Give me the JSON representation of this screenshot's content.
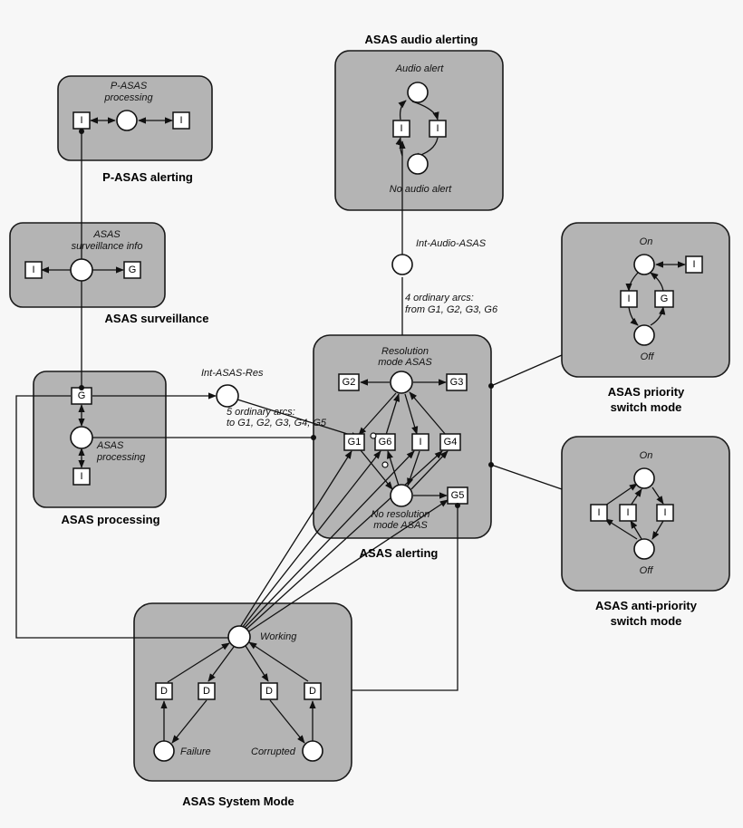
{
  "modules": {
    "p_asas_alerting": {
      "title": "P-ASAS alerting",
      "place_label": "P-ASAS\nprocessing"
    },
    "asas_surveillance": {
      "title": "ASAS surveillance",
      "place_label": "ASAS\nsurveillance info"
    },
    "asas_processing": {
      "title": "ASAS processing",
      "place_label": "ASAS\nprocessing"
    },
    "asas_audio_alerting": {
      "title": "ASAS audio alerting",
      "top_label": "Audio alert",
      "bottom_label": "No audio alert"
    },
    "asas_alerting": {
      "title": "ASAS alerting",
      "top_label": "Resolution\nmode ASAS",
      "bottom_label": "No resolution\nmode ASAS"
    },
    "asas_priority": {
      "title": "ASAS priority\nswitch mode",
      "top_label": "On",
      "bottom_label": "Off"
    },
    "asas_anti_priority": {
      "title": "ASAS anti-priority\nswitch mode",
      "top_label": "On",
      "bottom_label": "Off"
    },
    "asas_system_mode": {
      "title": "ASAS System Mode",
      "working_label": "Working",
      "failure_label": "Failure",
      "corrupted_label": "Corrupted"
    }
  },
  "annotations": {
    "int_audio_asas": "Int-Audio-ASAS",
    "four_arcs": "4 ordinary arcs:\nfrom G1, G2, G3, G6",
    "int_asas_res": "Int-ASAS-Res",
    "five_arcs": "5 ordinary arcs:\nto G1, G2, G3, G4, G5"
  },
  "transition_labels": {
    "I": "I",
    "G": "G",
    "D": "D",
    "G1": "G1",
    "G2": "G2",
    "G3": "G3",
    "G4": "G4",
    "G5": "G5",
    "G6": "G6"
  }
}
